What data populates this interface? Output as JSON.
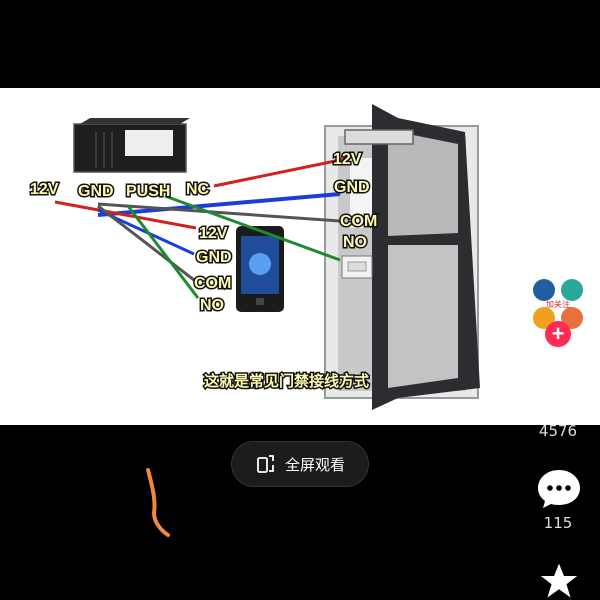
{
  "video": {
    "wire_labels_top": [
      "12V",
      "GND",
      "PUSH",
      "NC"
    ],
    "lock_labels": [
      "12V",
      "GND"
    ],
    "button_labels": [
      "COM",
      "NO"
    ],
    "reader_labels": [
      "12V",
      "GND",
      "COM",
      "NO"
    ],
    "caption": "这就是常见门禁接线方式"
  },
  "fullscreen": {
    "label": "全屏观看"
  },
  "side_bar": {
    "like_count": "4576",
    "comment_count": "115",
    "avatar_badge": "加关注"
  },
  "colors": {
    "red_wire": "#d22020",
    "blue_wire": "#1a3ddb",
    "green_wire": "#1f8a2e",
    "gray_wire": "#555555",
    "accent": "#ff2b55"
  }
}
